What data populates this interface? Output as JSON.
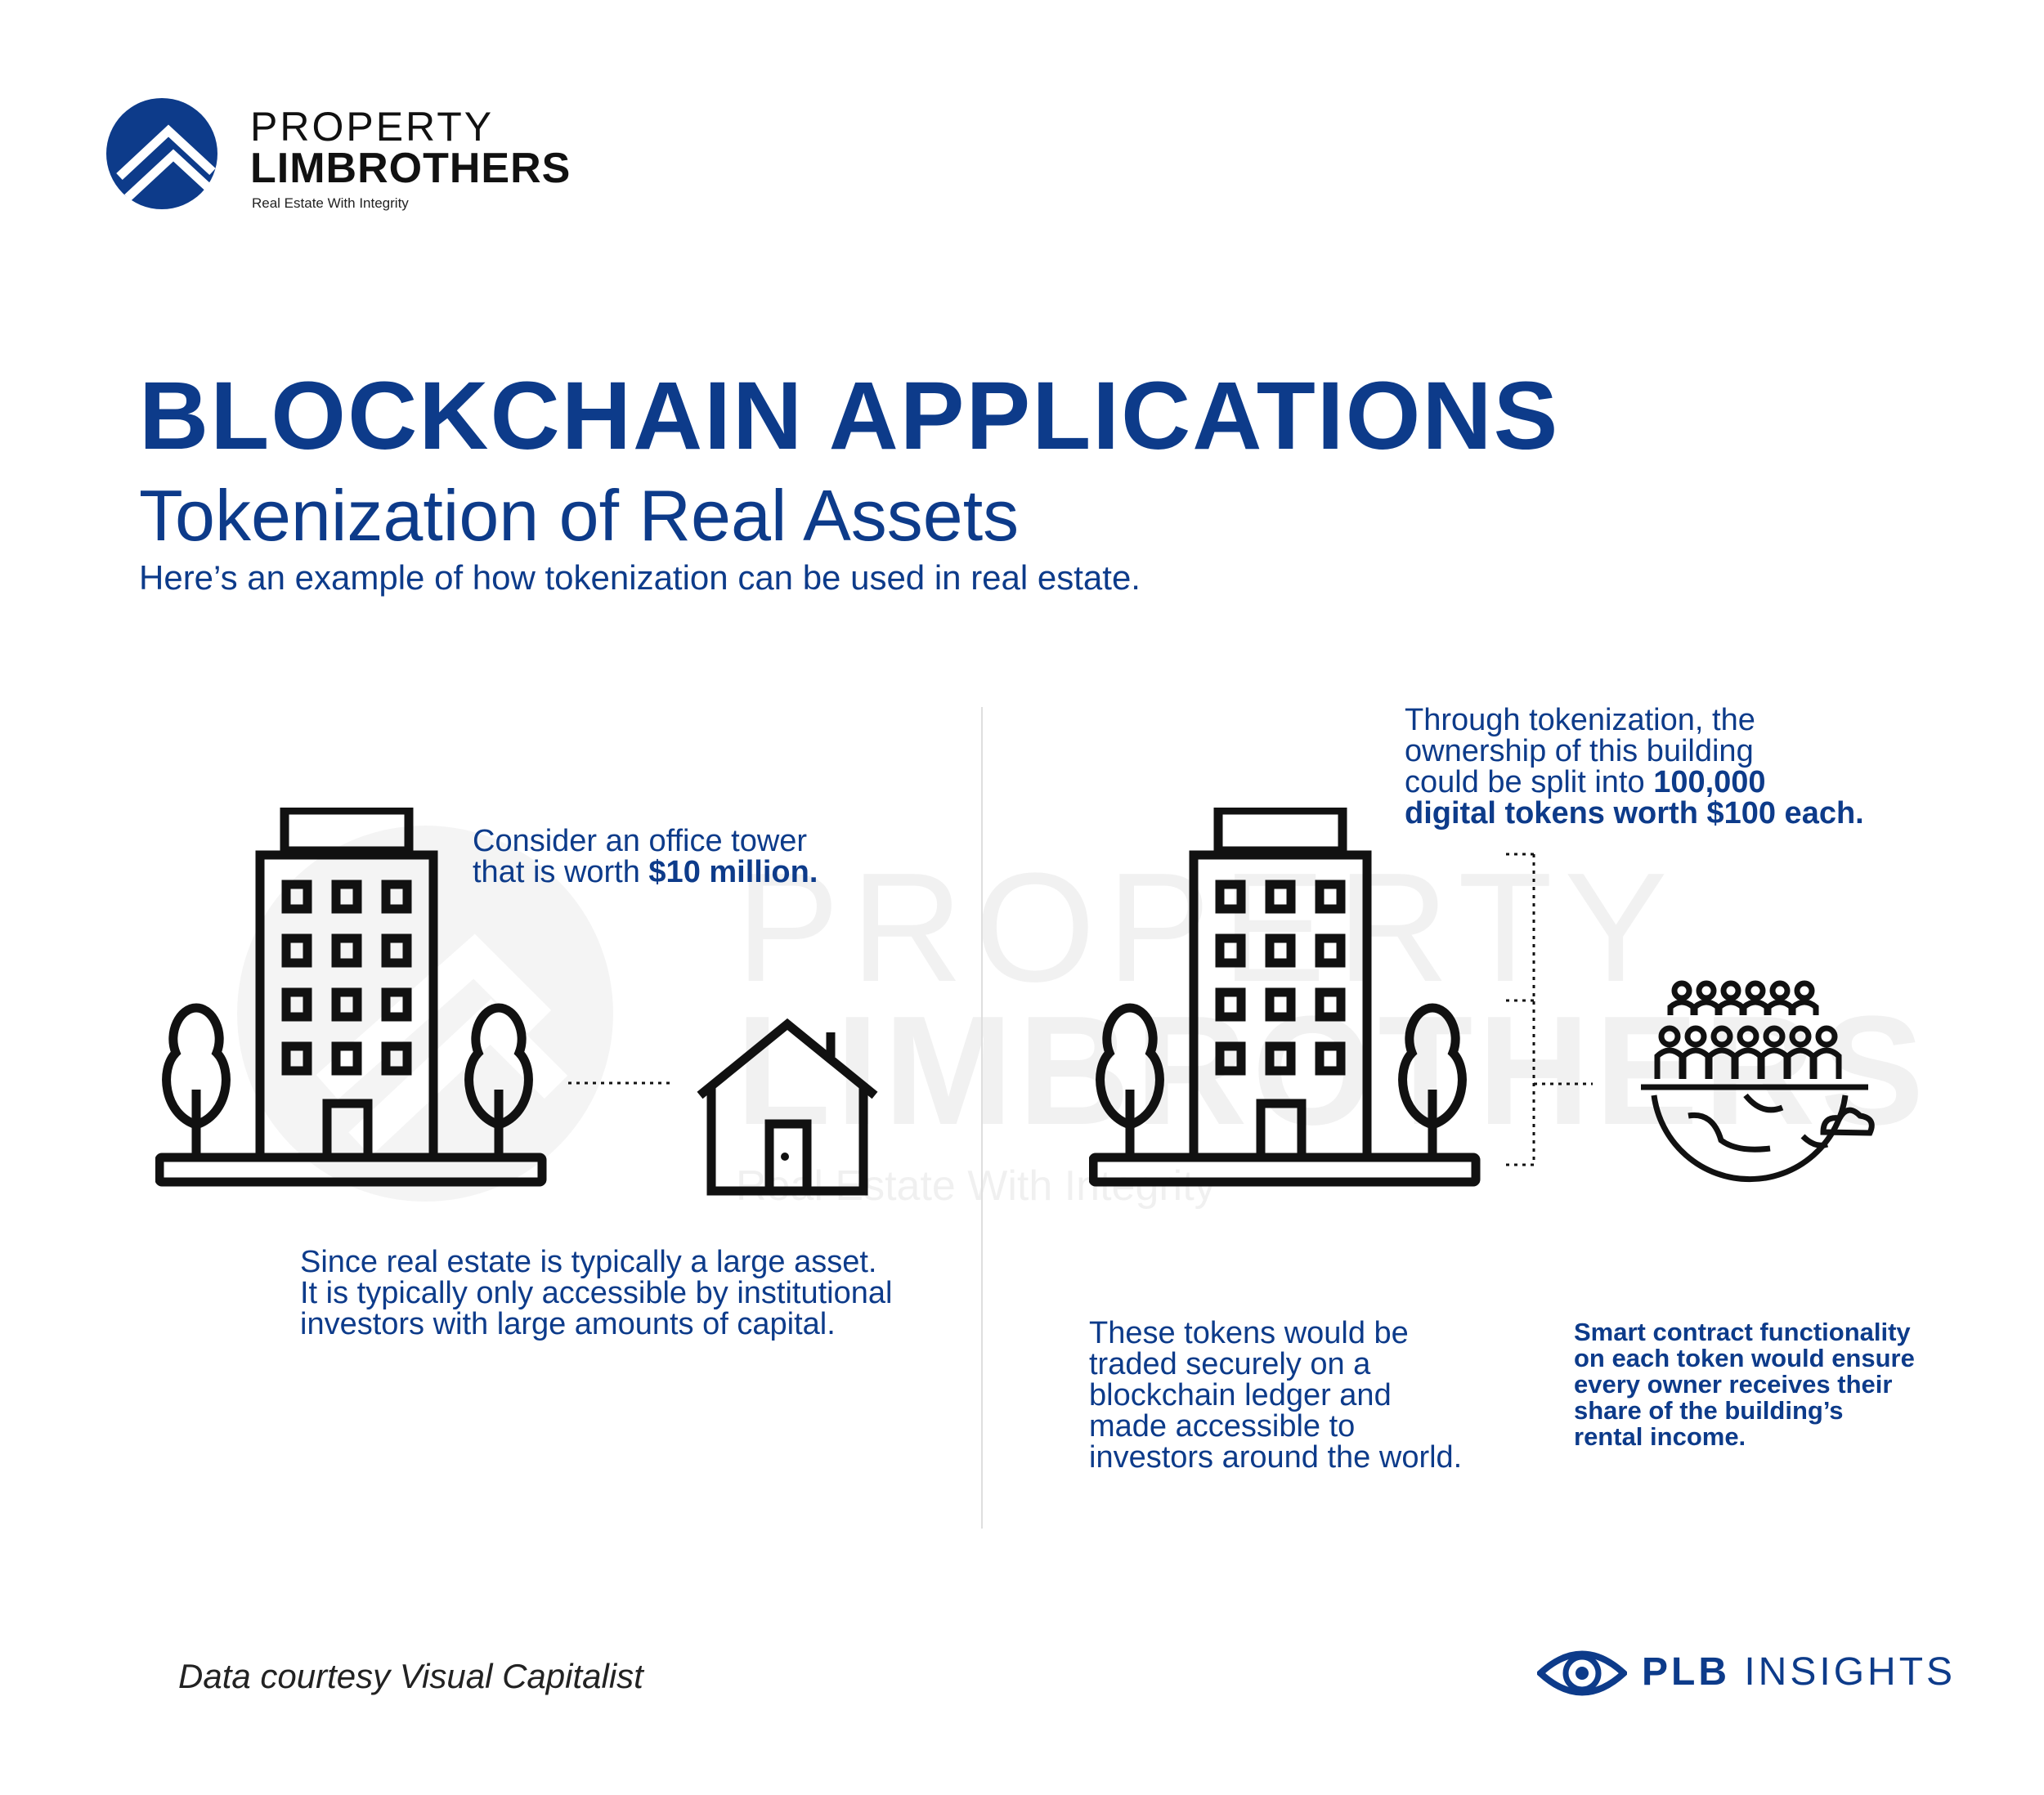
{
  "brand": {
    "name_top": "PROPERTY",
    "name_bottom": "LIMBROTHERS",
    "tagline": "Real Estate With Integrity"
  },
  "header": {
    "title": "BLOCKCHAIN APPLICATIONS",
    "subtitle": "Tokenization of Real Assets",
    "lead": "Here’s an example of how tokenization can be used in real estate."
  },
  "left": {
    "tower_caption_pre": "Consider an office tower",
    "tower_caption_line2_pre": "that is worth ",
    "tower_caption_bold": "$10 million.",
    "asset_text": [
      "Since real estate is typically a large asset.",
      "It is typically only accessible by institutional",
      "investors with large amounts of capital."
    ]
  },
  "right": {
    "token_caption": [
      "Through tokenization, the",
      "ownership of this building"
    ],
    "token_caption_line3_pre": "could be split into ",
    "token_caption_line3_bold": "100,000",
    "token_caption_line4_bold": "digital tokens worth $100 each.",
    "trade_text": [
      "These tokens would be",
      "traded securely on a",
      "blockchain ledger and",
      "made accessible to",
      "investors around the world."
    ],
    "smart_text": [
      "Smart contract functionality",
      "on each token would ensure",
      "every owner receives their",
      "share of the building’s",
      "rental income."
    ]
  },
  "watermark": {
    "line1": "PROPERTY",
    "line2": "LIMBROTHERS",
    "line3": "Real Estate With Integrity"
  },
  "footer": {
    "credit": "Data courtesy Visual Capitalist",
    "insights_bold": "PLB",
    "insights_rest": " INSIGHTS"
  },
  "colors": {
    "brand_blue": "#0d3b8a",
    "icon_black": "#111111",
    "divider": "#dedede"
  },
  "icons": [
    "logo-mark",
    "office-building-icon",
    "tree-icon",
    "house-icon",
    "investors-globe-icon",
    "eye-icon"
  ]
}
